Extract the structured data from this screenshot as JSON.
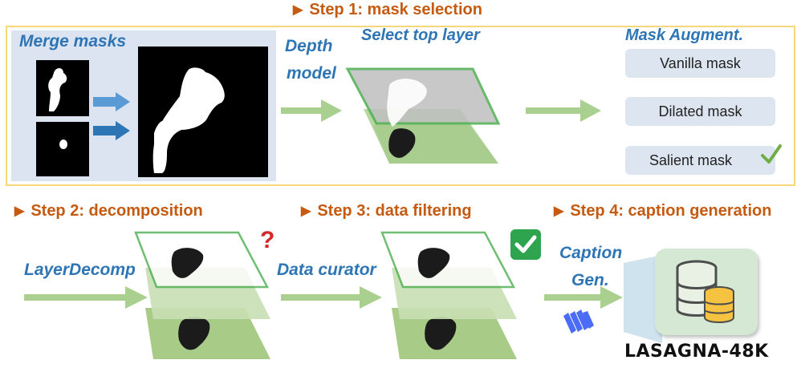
{
  "steps": {
    "step1": "Step 1: mask selection",
    "step2": "Step 2: decomposition",
    "step3": "Step 3: data filtering",
    "step4": "Step 4: caption generation"
  },
  "step1_panel": {
    "merge_label": "Merge masks",
    "depth_label_line1": "Depth",
    "depth_label_line2": "model",
    "select_label": "Select top layer",
    "augment_label": "Mask Augment.",
    "augment_options": [
      "Vanilla mask",
      "Dilated mask",
      "Salient mask"
    ]
  },
  "row2": {
    "layerdecomp_label": "LayerDecomp",
    "curator_label": "Data curator",
    "caption_label_line1": "Caption",
    "caption_label_line2": "Gen.",
    "question_mark": "?",
    "dataset_name": "LASAGNA-48K"
  },
  "colors": {
    "step_orange": "#c55a11",
    "label_blue": "#2e75b6",
    "panel_border": "#f7d77a",
    "arrow_green": "#a9d08e",
    "layer_green": "#4caf50",
    "db_box": "#d5e8d4"
  },
  "icons": [
    "step-triangle-icon",
    "arrow-icon",
    "check-icon",
    "checkbox-check-icon",
    "question-icon",
    "database-icon",
    "caption-model-icon"
  ]
}
